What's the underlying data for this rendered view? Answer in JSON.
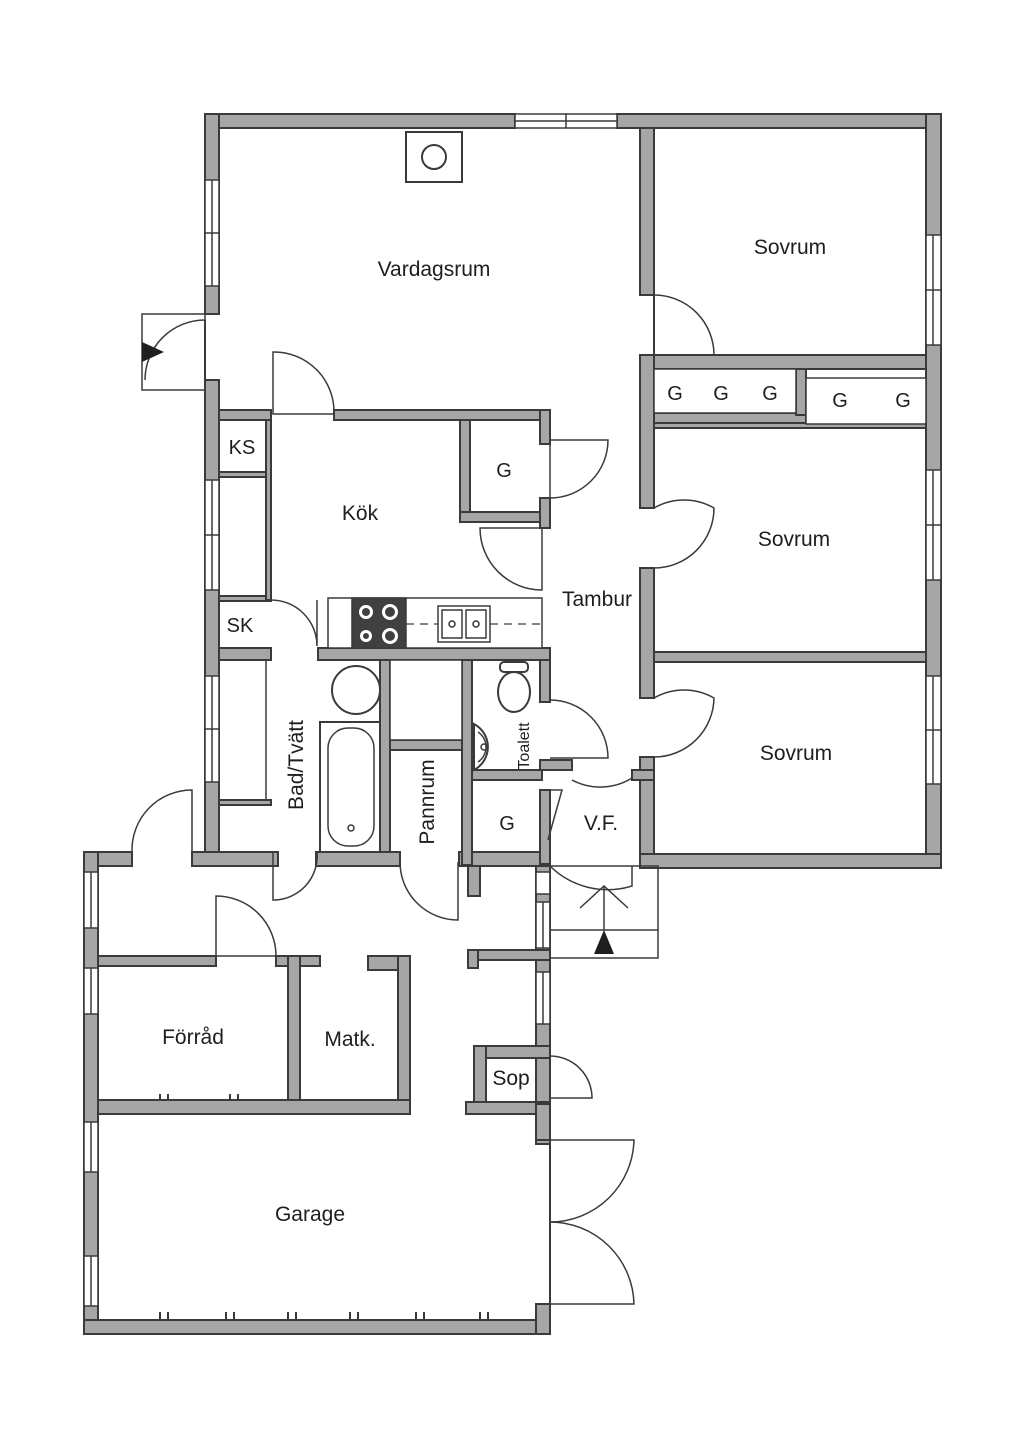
{
  "colors": {
    "wall": "#a6a6a6",
    "outline": "#3a3a3a",
    "stove": "#404040",
    "background": "#ffffff",
    "text": "#1e1e1e"
  },
  "rooms": {
    "vardagsrum": "Vardagsrum",
    "sovrum_1": "Sovrum",
    "sovrum_2": "Sovrum",
    "sovrum_3": "Sovrum",
    "kok": "Kök",
    "tambur": "Tambur",
    "bad_tvatt": "Bad/Tvätt",
    "pannrum": "Pannrum",
    "toalett": "Toalett",
    "vf": "V.F.",
    "forrad": "Förråd",
    "matk": "Matk.",
    "sop": "Sop",
    "garage": "Garage"
  },
  "storage": {
    "ks": "KS",
    "sk": "SK",
    "g_hall": "G",
    "g_corridor": "G",
    "g_closets": [
      "G",
      "G",
      "G",
      "G",
      "G"
    ]
  },
  "icons": [
    "entrance-arrow-icon",
    "entry-arrow-icon",
    "stairs-up-icon",
    "stove-icon",
    "sink-icon",
    "toilet-icon",
    "bathtub-icon",
    "washbasin-icon",
    "fireplace-icon"
  ]
}
